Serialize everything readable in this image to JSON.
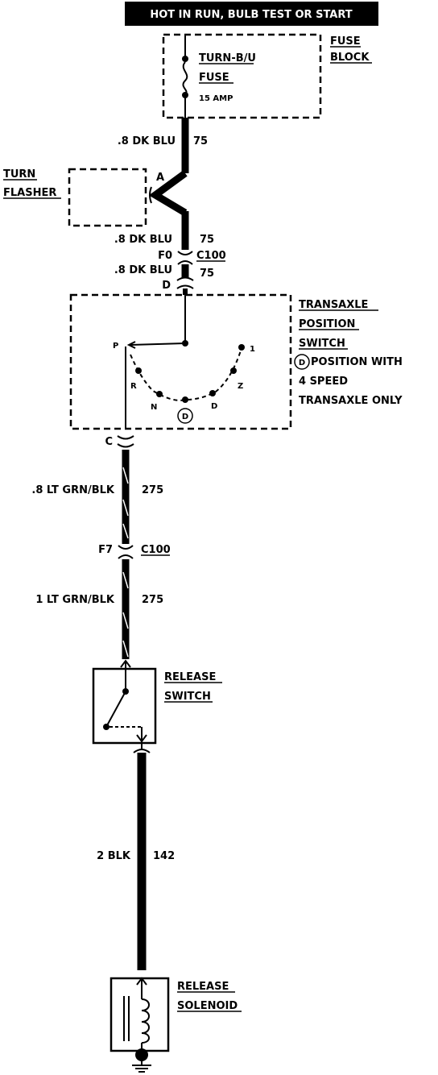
{
  "header": {
    "title": "HOT IN RUN, BULB TEST OR START"
  },
  "fuse_block": {
    "label_line1": "FUSE",
    "label_line2": "BLOCK",
    "fuse_line1": "TURN-B/U",
    "fuse_line2": "FUSE",
    "rating": "15 AMP"
  },
  "turn_flasher": {
    "line1": "TURN",
    "line2": "FLASHER",
    "terminal": "A"
  },
  "wires": {
    "w1": {
      "gauge_color": ".8 DK BLU",
      "circuit": "75"
    },
    "w2": {
      "gauge_color": ".8 DK BLU",
      "circuit": "75"
    },
    "w3": {
      "gauge_color": ".8 DK BLU",
      "circuit": "75"
    },
    "w4": {
      "gauge_color": ".8 LT GRN/BLK",
      "circuit": "275"
    },
    "w5": {
      "gauge_color": "1 LT GRN/BLK",
      "circuit": "275"
    },
    "w6": {
      "gauge_color": "2 BLK",
      "circuit": "142"
    }
  },
  "connectors": {
    "c100_top": {
      "pin": "F0",
      "name": "C100"
    },
    "d_pin": "D",
    "c_pin": "C",
    "c100_bottom": {
      "pin": "F7",
      "name": "C100"
    }
  },
  "transaxle_switch": {
    "line1": "TRANSAXLE",
    "line2": "POSITION",
    "line3": "SWITCH",
    "note_symbol": "D",
    "note_line1": "POSITION WITH",
    "note_line2": "4 SPEED",
    "note_line3": "TRANSAXLE ONLY",
    "positions": [
      "P",
      "R",
      "N",
      "D",
      "D",
      "Z",
      "1"
    ]
  },
  "release_switch": {
    "line1": "RELEASE",
    "line2": "SWITCH"
  },
  "release_solenoid": {
    "line1": "RELEASE",
    "line2": "SOLENOID"
  }
}
